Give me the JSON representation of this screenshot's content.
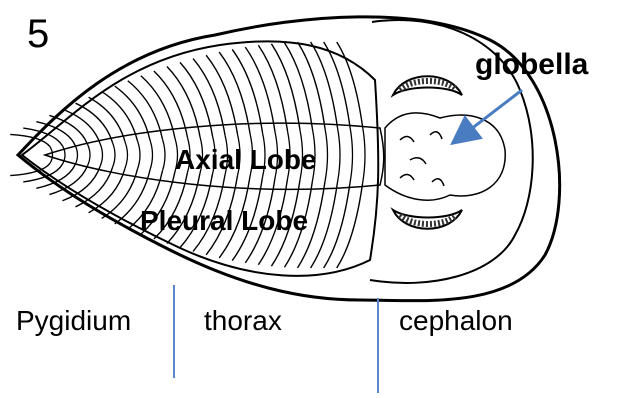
{
  "figure_number": "5",
  "labels": {
    "globella": "globella",
    "axial_lobe": "Axial Lobe",
    "pleural_lobe": "Pleural Lobe"
  },
  "regions": {
    "pygidium": "Pygidium",
    "thorax": "thorax",
    "cephalon": "cephalon"
  },
  "colors": {
    "outline": "#000000",
    "arrow": "#4a7cc2",
    "divider": "#5b86c8"
  }
}
